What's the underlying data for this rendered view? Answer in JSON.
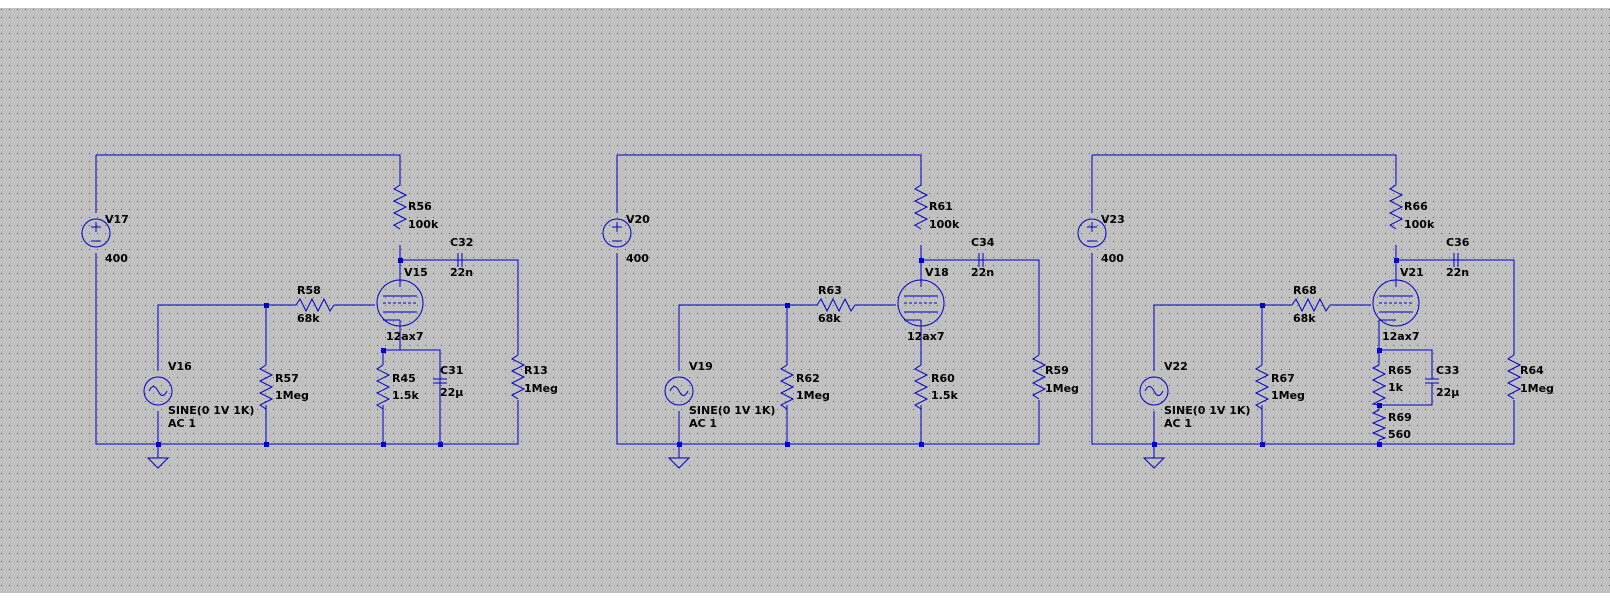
{
  "schematic": {
    "colors": {
      "background": "#c0c0c0",
      "grid_dot": "#505050",
      "wire": "#0000cc",
      "label": "#000000",
      "page_border": "#ffffff"
    },
    "stages": [
      {
        "supply": {
          "name": "V17",
          "value": "400"
        },
        "source": {
          "name": "V16",
          "value": "SINE(0 1V 1K)",
          "ac": "AC 1"
        },
        "r_plate": {
          "name": "R56",
          "value": "100k"
        },
        "r_grid_stop": {
          "name": "R58",
          "value": "68k"
        },
        "r_grid_leak": {
          "name": "R57",
          "value": "1Meg"
        },
        "tube": {
          "name": "V15",
          "model": "12ax7"
        },
        "c_coupling": {
          "name": "C32",
          "value": "22n"
        },
        "r_cathode": {
          "name": "R45",
          "value": "1.5k"
        },
        "c_bypass": {
          "name": "C31",
          "value": "22µ"
        },
        "r_load": {
          "name": "R13",
          "value": "1Meg"
        }
      },
      {
        "supply": {
          "name": "V20",
          "value": "400"
        },
        "source": {
          "name": "V19",
          "value": "SINE(0 1V 1K)",
          "ac": "AC 1"
        },
        "r_plate": {
          "name": "R61",
          "value": "100k"
        },
        "r_grid_stop": {
          "name": "R63",
          "value": "68k"
        },
        "r_grid_leak": {
          "name": "R62",
          "value": "1Meg"
        },
        "tube": {
          "name": "V18",
          "model": "12ax7"
        },
        "c_coupling": {
          "name": "C34",
          "value": "22n"
        },
        "r_cathode": {
          "name": "R60",
          "value": "1.5k"
        },
        "r_load": {
          "name": "R59",
          "value": "1Meg"
        }
      },
      {
        "supply": {
          "name": "V23",
          "value": "400"
        },
        "source": {
          "name": "V22",
          "value": "SINE(0 1V 1K)",
          "ac": "AC 1"
        },
        "r_plate": {
          "name": "R66",
          "value": "100k"
        },
        "r_grid_stop": {
          "name": "R68",
          "value": "68k"
        },
        "r_grid_leak": {
          "name": "R67",
          "value": "1Meg"
        },
        "tube": {
          "name": "V21",
          "model": "12ax7"
        },
        "c_coupling": {
          "name": "C36",
          "value": "22n"
        },
        "r_cathode": {
          "name": "R65",
          "value": "1k"
        },
        "c_bypass": {
          "name": "C33",
          "value": "22µ"
        },
        "r_cathode2": {
          "name": "R69",
          "value": "560"
        },
        "r_load": {
          "name": "R64",
          "value": "1Meg"
        }
      }
    ]
  }
}
